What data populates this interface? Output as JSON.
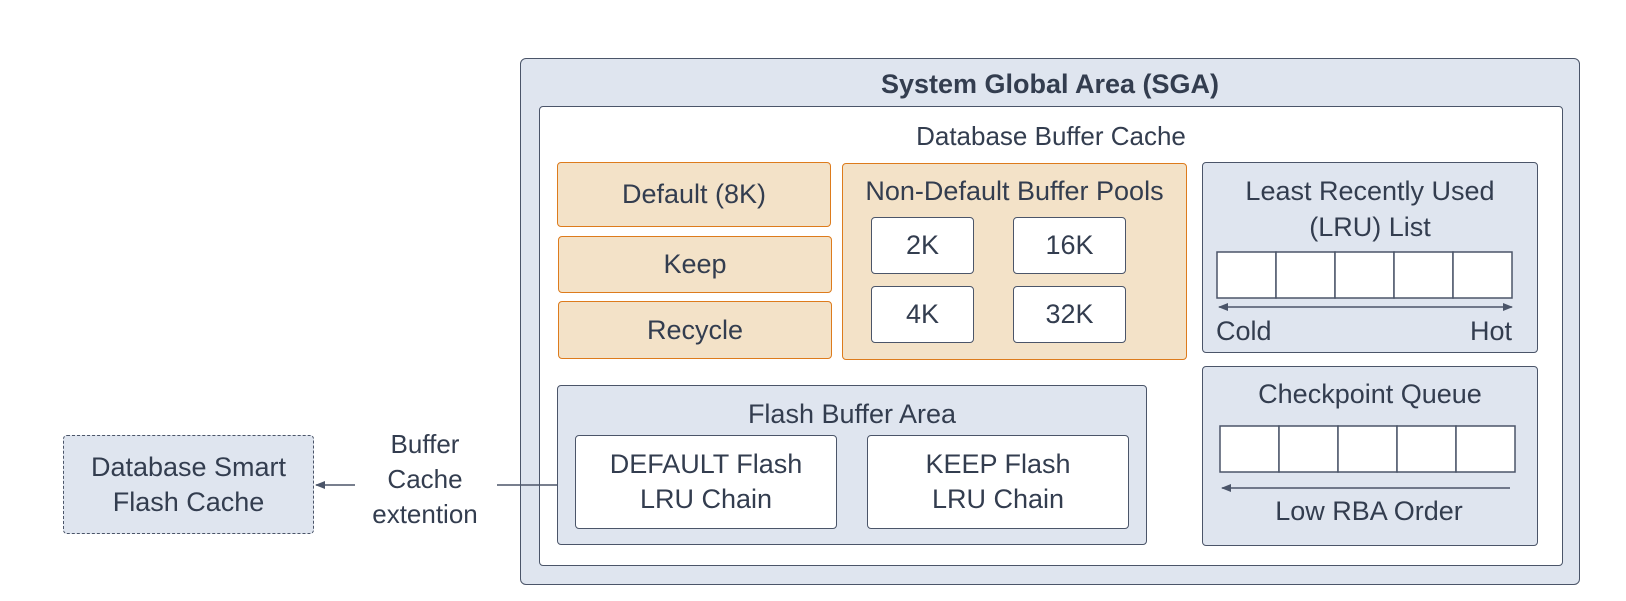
{
  "sga": {
    "title": "System Global Area (SGA)"
  },
  "buffer_cache": {
    "title": "Database Buffer Cache",
    "default_pool": "Default (8K)",
    "keep_pool": "Keep",
    "recycle_pool": "Recycle",
    "non_default": {
      "title": "Non-Default Buffer Pools",
      "pools": [
        "2K",
        "16K",
        "4K",
        "32K"
      ]
    },
    "lru": {
      "title_line1": "Least Recently Used",
      "title_line2": "(LRU) List",
      "cold_label": "Cold",
      "hot_label": "Hot"
    },
    "checkpoint": {
      "title": "Checkpoint Queue",
      "order_label": "Low RBA Order"
    },
    "flash_area": {
      "title": "Flash Buffer Area",
      "default_chain_line1": "DEFAULT Flash",
      "default_chain_line2": "LRU Chain",
      "keep_chain_line1": "KEEP Flash",
      "keep_chain_line2": "LRU Chain"
    }
  },
  "smart_flash_cache": {
    "line1": "Database Smart",
    "line2": "Flash Cache"
  },
  "extension_label": {
    "line1": "Buffer",
    "line2": "Cache",
    "line3": "extention"
  }
}
